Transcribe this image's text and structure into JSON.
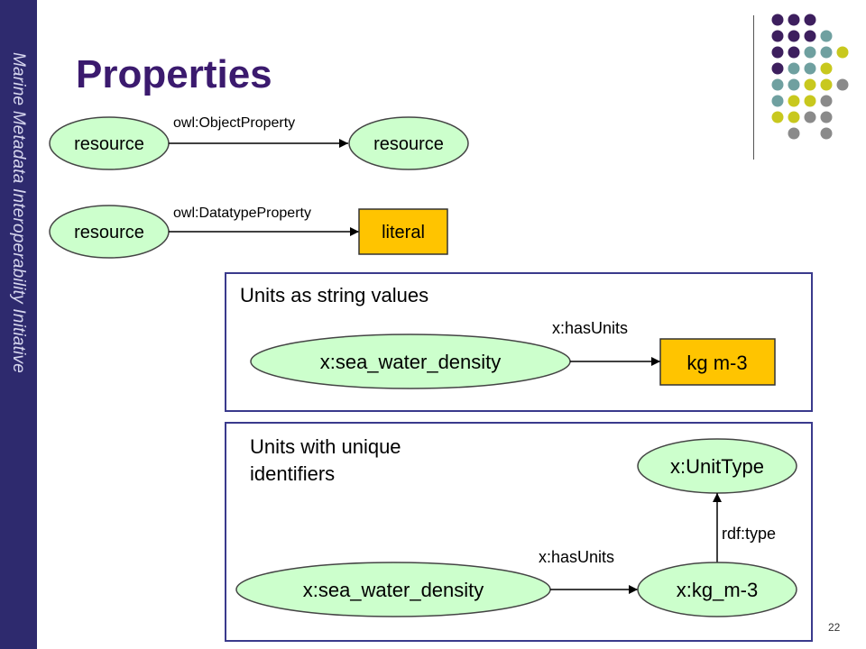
{
  "sidebar": {
    "text": "Marine Metadata Interoperability Initiative"
  },
  "title": "Properties",
  "colors": {
    "sidebar": "#2e2a6e",
    "title": "#3b1a6e",
    "node_fill": "#ccffcc",
    "literal_fill": "#ffc400",
    "panel_border": "#3a3a8c",
    "dot_purple": "#3d1f5e",
    "dot_teal": "#6fa0a0",
    "dot_yellow": "#c8c81e",
    "dot_gray": "#8a8a8a"
  },
  "diagram1": {
    "from": "resource",
    "edge": "owl:ObjectProperty",
    "to": "resource"
  },
  "diagram2": {
    "from": "resource",
    "edge": "owl:DatatypeProperty",
    "to": "literal"
  },
  "panel1": {
    "title": "Units as string values",
    "from": "x:sea_water_density",
    "edge": "x:hasUnits",
    "to": "kg m-3"
  },
  "panel2": {
    "title_line1": "Units with unique",
    "title_line2": "identifiers",
    "from": "x:sea_water_density",
    "edge": "x:hasUnits",
    "to": "x:kg_m-3",
    "type_edge": "rdf:type",
    "type_node": "x:UnitType"
  },
  "slide_number": "22"
}
